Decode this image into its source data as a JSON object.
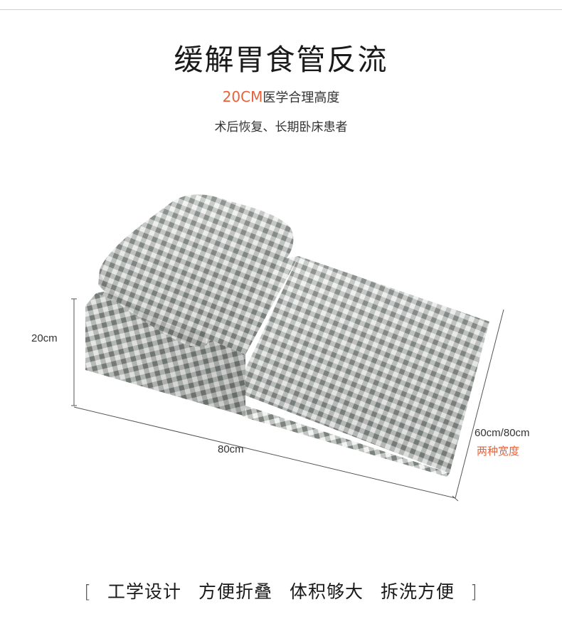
{
  "title": "缓解胃食管反流",
  "subtitle": {
    "highlight": "20CM",
    "rest": "医学合理高度"
  },
  "tagline": "术后恢复、长期卧床患者",
  "dimensions": {
    "height": "20cm",
    "length": "80cm",
    "width": "60cm/80cm",
    "width_note": "两种宽度"
  },
  "features": {
    "open": "[",
    "items": [
      "工学设计",
      "方便折叠",
      "体积够大",
      "拆洗方便"
    ],
    "close": "]"
  },
  "colors": {
    "accent": "#e8613a",
    "fabric_base": "#eef0ef",
    "fabric_check": "#8a908c"
  }
}
